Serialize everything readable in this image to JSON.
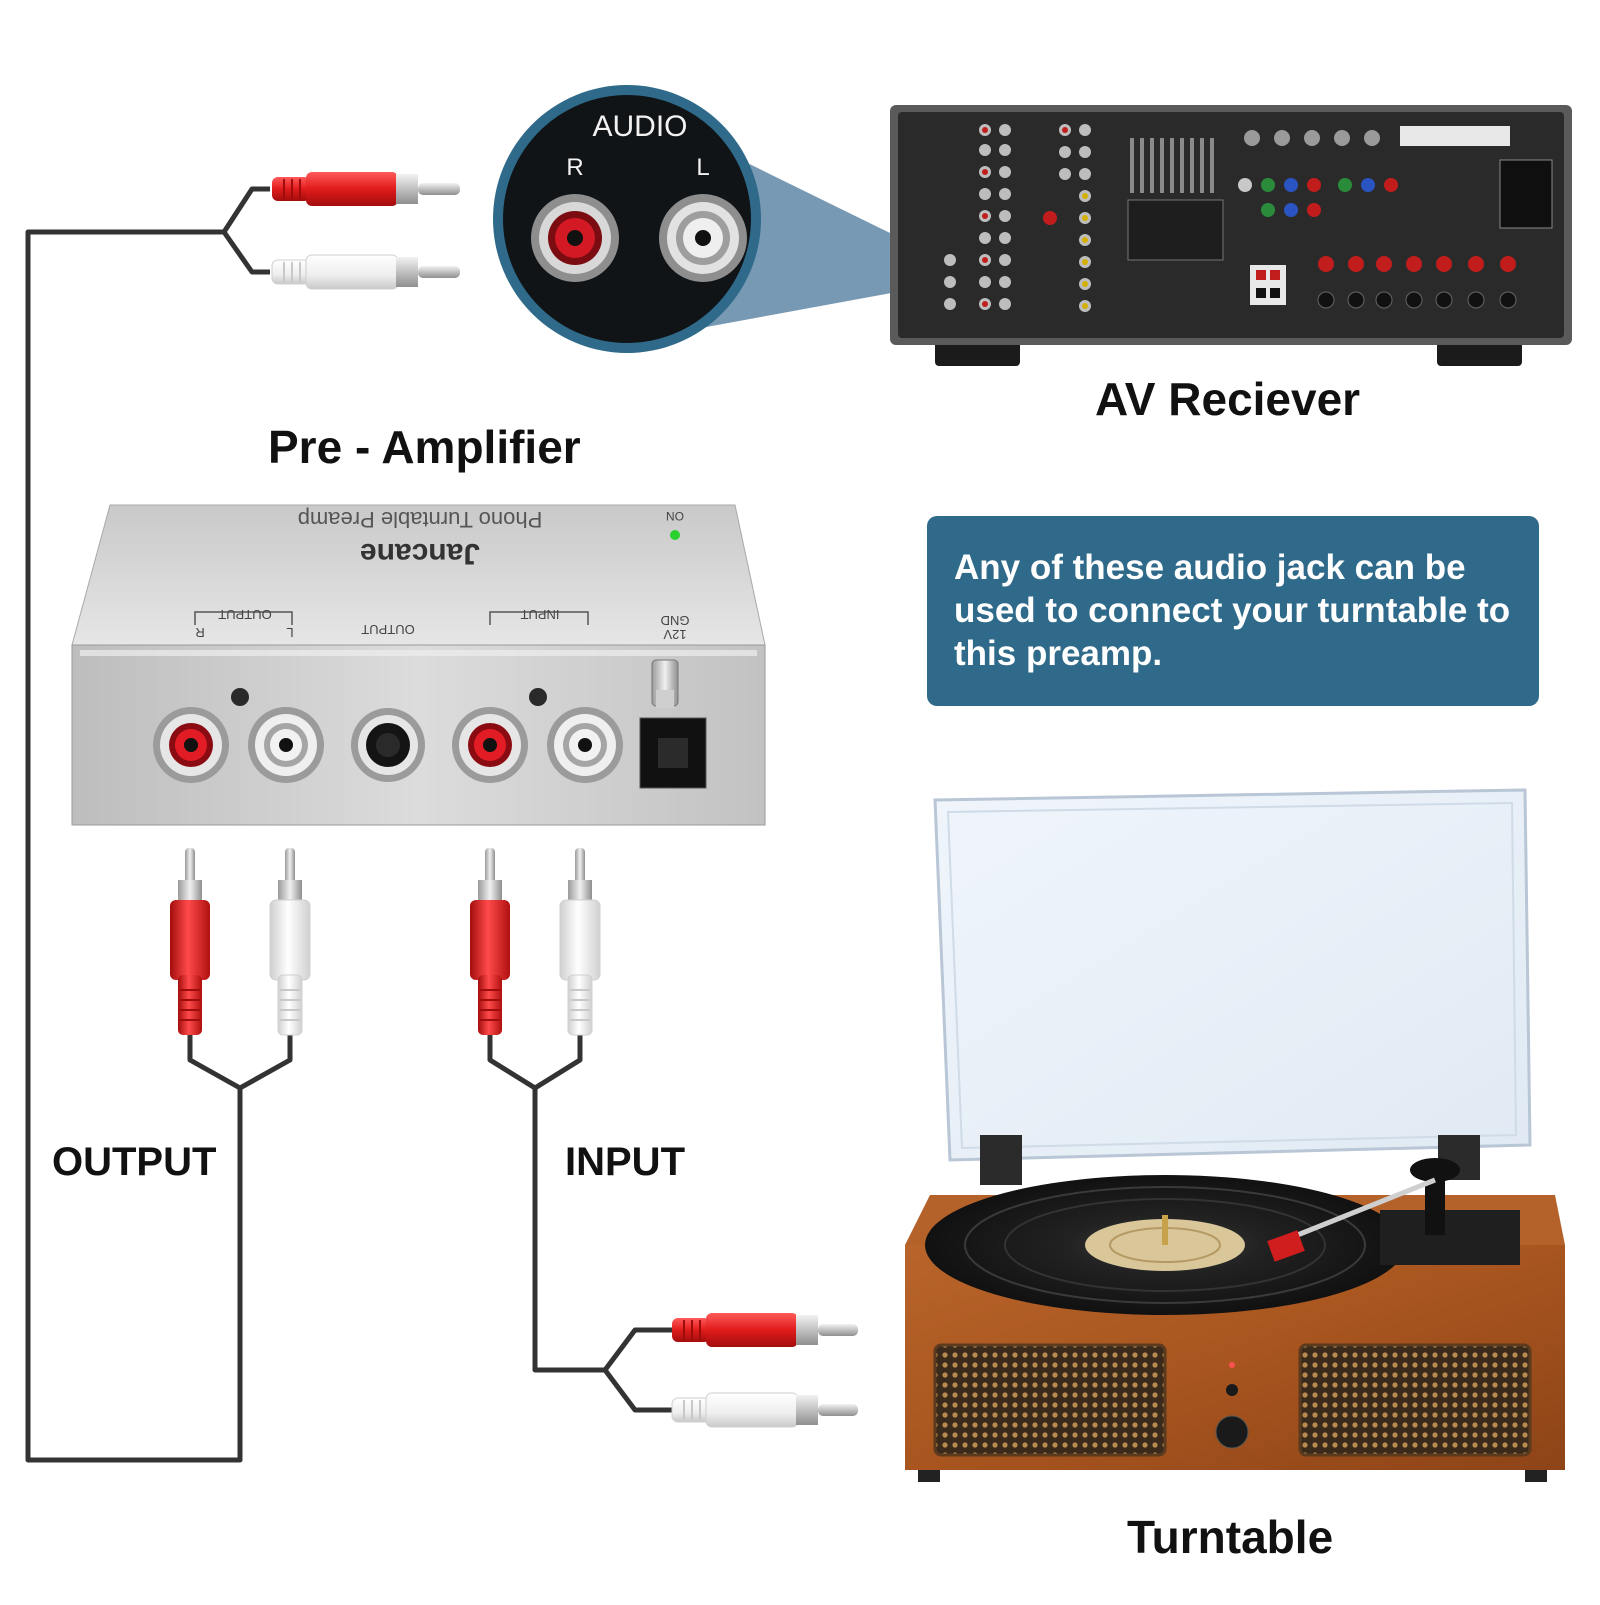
{
  "labels": {
    "pre_amplifier": "Pre - Amplifier",
    "av_receiver": "AV Reciever",
    "turntable": "Turntable",
    "output": "OUTPUT",
    "input": "INPUT"
  },
  "callout": {
    "text": "Any of these audio jack can be used to connect your turntable to this preamp."
  },
  "zoom_bubble": {
    "title": "AUDIO",
    "left_jack_label": "R",
    "right_jack_label": "L"
  },
  "preamp_panel": {
    "brand": "Jancane",
    "model": "Phono Turntable Preamp",
    "power_indicator": "ON",
    "output_label": "OUTPUT",
    "headphone_label": "OUTPUT",
    "input_label": "INPUT",
    "power_label": "12V",
    "ground_label": "GND",
    "r_label": "R",
    "l_label": "L"
  },
  "colors": {
    "info_box": "#2f6a8a",
    "rca_red": "#e02424",
    "rca_white": "#f2f2f2",
    "cable": "#333333"
  }
}
